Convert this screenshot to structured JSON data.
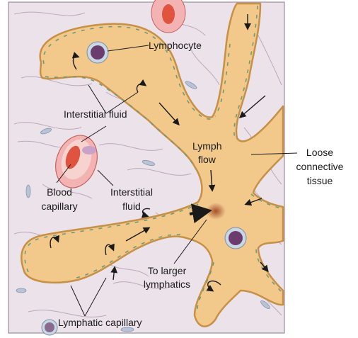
{
  "labels": {
    "lymphocyte": "Lymphocyte",
    "interstitial_fluid_top": "Interstitial fluid",
    "lymph": "Lymph",
    "flow": "flow",
    "loose": "Loose",
    "connective": "connective",
    "tissue": "tissue",
    "blood": "Blood",
    "capillary": "capillary",
    "interstitial": "Interstitial",
    "fluid": "fluid",
    "to_larger": "To larger",
    "lymphatics": "lymphatics",
    "lymphatic_capillary": "Lymphatic capillary"
  },
  "colors": {
    "tissue_bg": "#ece2ea",
    "fiber": "#b9a7bb",
    "vessel_fill": "#f2c98a",
    "vessel_edge": "#c69047",
    "blood_red": "#e0533f",
    "blood_rim": "#f4b3b3",
    "cell_nucleus": "#6b3d6e",
    "cell_body": "#c8d8e4"
  }
}
